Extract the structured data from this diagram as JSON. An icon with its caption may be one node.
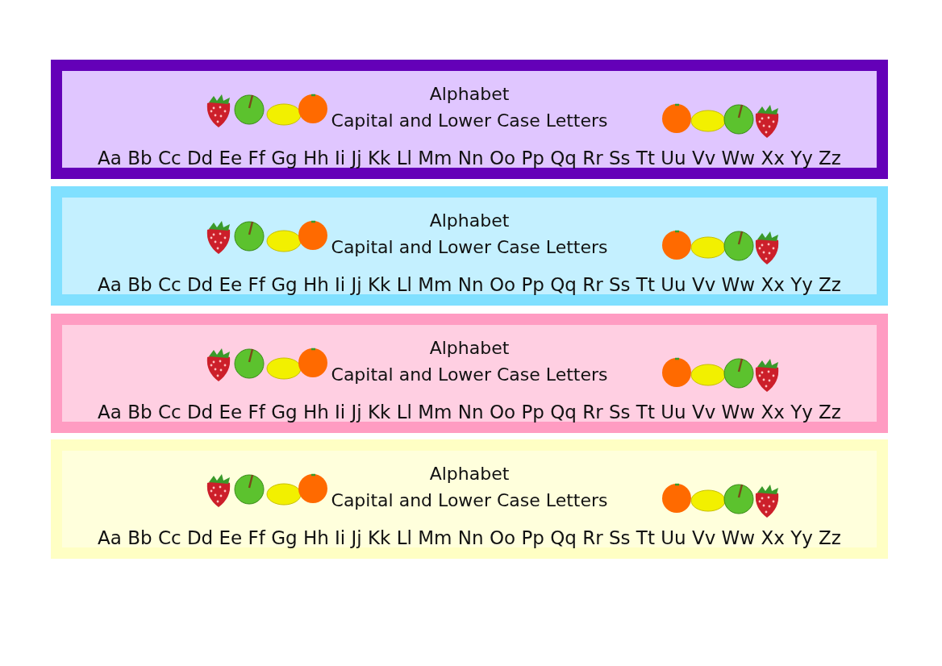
{
  "diagram": {
    "nodes": [
      {
        "text": [
          "Alphabet",
          "Capital and Lower Case Letters",
          "Aa Bb Cc Dd Ee Ff Gg Hh Ii Jj Kk Ll Mm Nn Oo Pp Qq Rr Ss Tt Uu Vv Ww Xx Yy Zz"
        ]
      },
      {
        "text": [
          "Alphabet",
          "Capital and Lower Case Letters",
          "Aa Bb Cc Dd Ee Ff Gg Hh Ii Jj Kk Ll Mm Nn Oo Pp Qq Rr Ss Tt Uu Vv Ww Xx Yy Zz"
        ]
      },
      {
        "text": [
          "Alphabet",
          "Capital and Lower Case Letters",
          "Aa Bb Cc Dd Ee Ff Gg Hh Ii Jj Kk Ll Mm Nn Oo Pp Qq Rr Ss Tt Uu Vv Ww Xx Yy Zz"
        ]
      },
      {
        "text": [
          "Alphabet",
          "Capital and Lower Case Letters",
          "Aa Bb Cc Dd Ee Ff Gg Hh Ii Jj Kk Ll Mm Nn Oo Pp Qq Rr Ss Tt Uu Vv Ww Xx Yy Zz"
        ]
      }
    ]
  }
}
